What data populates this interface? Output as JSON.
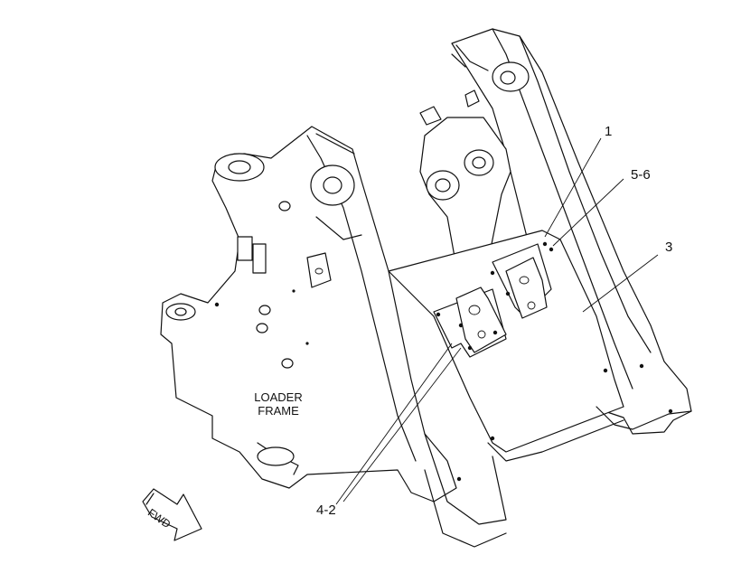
{
  "labels": {
    "part_1": "1",
    "part_5_6": "5-6",
    "part_3": "3",
    "part_4_2": "4-2",
    "frame_line1": "LOADER",
    "frame_line2": "FRAME",
    "fwd": "FWD"
  }
}
